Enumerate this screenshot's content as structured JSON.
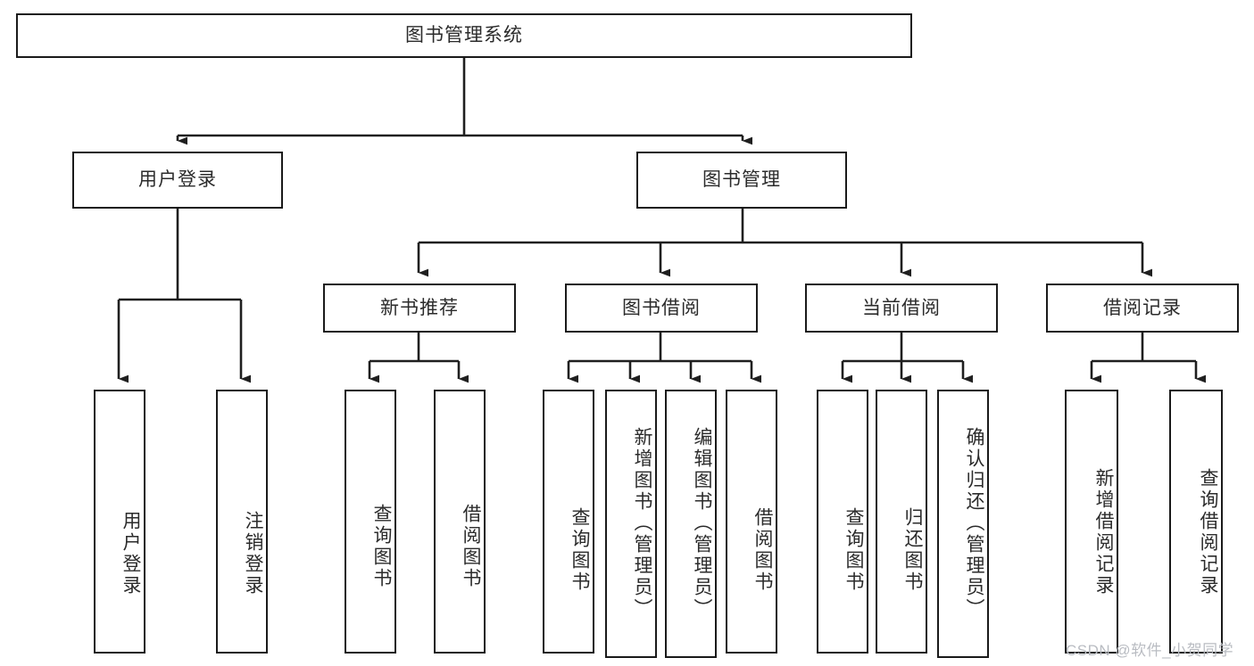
{
  "diagram": {
    "title": "图书管理系统",
    "type": "tree",
    "watermark": "CSDN @软件_小贺同学",
    "colors": {
      "border": "#1a1a1a",
      "text": "#2b2b2b",
      "edge": "#1f1f1f",
      "background": "#ffffff",
      "watermark": "#b9bcc2"
    },
    "nodes": {
      "root": {
        "label": "图书管理系统"
      },
      "level2": [
        {
          "id": "user-login",
          "label": "用户登录"
        },
        {
          "id": "book-manage",
          "label": "图书管理"
        }
      ],
      "level3": [
        {
          "id": "new-book-rec",
          "label": "新书推荐"
        },
        {
          "id": "book-borrow",
          "label": "图书借阅"
        },
        {
          "id": "current-borrow",
          "label": "当前借阅"
        },
        {
          "id": "borrow-record",
          "label": "借阅记录"
        }
      ],
      "leaves": {
        "user-login": [
          {
            "id": "leaf-user-login",
            "label": "用户登录"
          },
          {
            "id": "leaf-logout",
            "label": "注销登录"
          }
        ],
        "new-book-rec": [
          {
            "id": "leaf-query-book-1",
            "label": "查询图书"
          },
          {
            "id": "leaf-borrow-book-1",
            "label": "借阅图书"
          }
        ],
        "book-borrow": [
          {
            "id": "leaf-query-book-2",
            "label": "查询图书"
          },
          {
            "id": "leaf-add-book",
            "label": "新增图书（管理员）"
          },
          {
            "id": "leaf-edit-book",
            "label": "编辑图书（管理员）"
          },
          {
            "id": "leaf-borrow-book-2",
            "label": "借阅图书"
          }
        ],
        "current-borrow": [
          {
            "id": "leaf-query-book-3",
            "label": "查询图书"
          },
          {
            "id": "leaf-return-book",
            "label": "归还图书"
          },
          {
            "id": "leaf-confirm-return",
            "label": "确认归还（管理员）"
          }
        ],
        "borrow-record": [
          {
            "id": "leaf-add-record",
            "label": "新增借阅记录"
          },
          {
            "id": "leaf-query-record",
            "label": "查询借阅记录"
          }
        ]
      }
    }
  }
}
